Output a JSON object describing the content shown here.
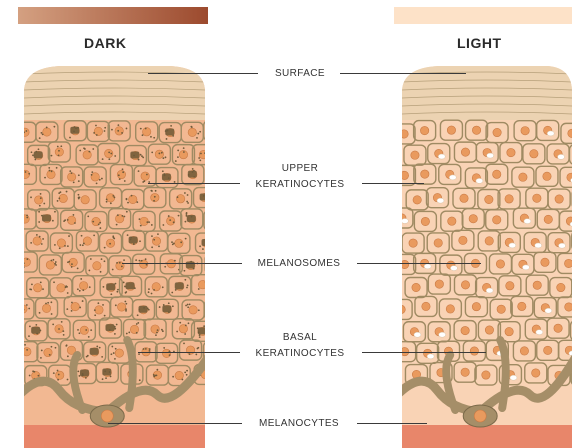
{
  "swatches": {
    "dark": {
      "title": "DARK",
      "gradient_from": "#d4a081",
      "gradient_to": "#9c4a2e"
    },
    "light": {
      "title": "LIGHT",
      "color": "#fde2c8"
    }
  },
  "labels": {
    "surface": "SURFACE",
    "upper_line1": "UPPER",
    "upper_line2": "KERATINOCYTES",
    "melanosomes": "MELANOSOMES",
    "basal_line1": "BASAL",
    "basal_line2": "KERATINOCYTES",
    "melanocytes": "MELANOCYTES"
  },
  "colors": {
    "dark_skin": "#f2b892",
    "light_skin": "#f9d3b5",
    "surface_layer": "#ecd3b2",
    "cell_outline": "#9f8a62",
    "nucleus": "#e99a5e",
    "melanosome_dark": "#6e5a3a",
    "melanocyte": "#a58e68",
    "dermis": "#e8866a"
  }
}
